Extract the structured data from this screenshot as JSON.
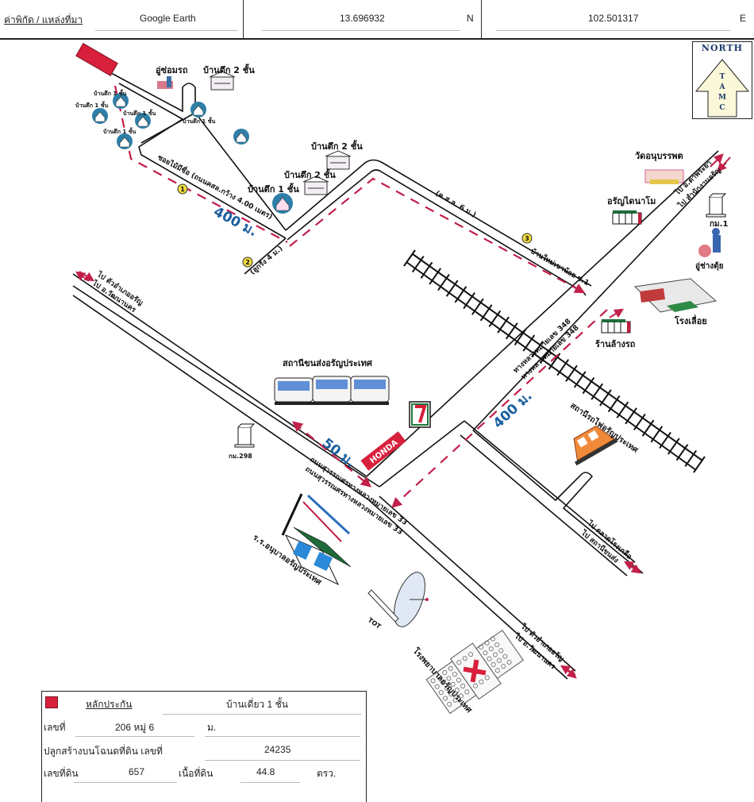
{
  "header": {
    "source_label": "ค่าพิกัด / แหล่งที่มา",
    "source_value": "Google Earth",
    "latitude": "13.696932",
    "lat_dir": "N",
    "longitude": "102.501317",
    "lon_dir": "E"
  },
  "north_arrow": {
    "title": "NORTH",
    "letters": [
      "T",
      "A",
      "M",
      "C"
    ]
  },
  "map": {
    "landmarks": {
      "garage": "อู่ซ่อมรถ",
      "house_2f_top": "บ้านตึก 2 ชั้น",
      "house_1f_a": "บ้านตึก 1 ชั้น",
      "house_1f_b": "บ้านตึก 1 ชั้น",
      "house_1f_c": "บ้านตึก 1 ชั้น",
      "house_1f_d": "บ้านตึก 1 ชั้น",
      "house_1f_e": "บ้านตึก 1 ชั้น",
      "house_2f_mid_a": "บ้านตึก 2 ชั้น",
      "house_2f_mid_b": "บ้านตึก 2 ชั้น",
      "house_1f_mid": "บ้านตึก 1 ชั้น",
      "temple": "วัดอนุบรรพต",
      "shop_arun_daina": "อรัญไดนาโม",
      "km1": "กม.1",
      "mechanic": "อู่ช่างตุ้ย",
      "sawmill": "โรงเลื่อย",
      "car_wash": "ร้านล้างรถ",
      "bus_station": "สถานีขนส่งอรัญประเทศ",
      "seven_eleven": "7-ELEVEn",
      "honda": "HONDA",
      "km298": "กม.298",
      "train_station": "สถานีรถไฟอรัญประเทศ",
      "school": "ร.ร.อนุบาลอรัญประเทศ",
      "tot": "TOT",
      "hospital": "โรงพยาบาลอรัญประเทศ"
    },
    "roads": {
      "soi_label": "ซอยไม้มีชื่อ (ถนนคสล.กว้าง 4.00 เมตร)",
      "lane_width_4m": "(ลูกรัง 4 ม.)",
      "concrete_6m": "(ค.ส.ล. 6 ม.)",
      "ban_mai": "บ้านใหม่เขาน้อย ซ.1",
      "hwy348_a": "ทางหลวงหมายเลข 348",
      "hwy348_b": "ทางหลวงหมายเลข 348",
      "to_ta_phraya": "ไป อ.ตาพระยา",
      "to_arun_district_ne": "ไป สำนักงานอรัญ",
      "to_arun_district_nw": "ไป ตัวอำเภออรัญ",
      "to_watthana_nw": "ไป อ.วัฒนานคร",
      "suwannasorn_a": "ถนนสุวรรณศรทางหลวงหมายเลข 33",
      "suwannasorn_b": "ถนนสุวรรณศรทางหลวงหมายเลข 33",
      "to_market": "ไป ตลาดโรงเกลือ",
      "to_bus_station": "ไป สถานีขนส่ง",
      "to_arun_district_se": "ไป ตัวอำเภออรัญ",
      "to_watthana_se": "ไป อ.วัฒนานคร"
    },
    "distances": {
      "d1": "400 ม.",
      "d2": "50 ม.",
      "d3": "400 ม."
    },
    "markers": [
      "1",
      "2",
      "3"
    ]
  },
  "legend": {
    "collateral_label": "หลักประกัน",
    "collateral_value": "บ้านเดี่ยว 1 ชั้น",
    "house_no_label": "เลขที่",
    "house_no_value": "206 หมู่ 6",
    "moo_label": "ม.",
    "deed_label": "ปลูกสร้างบนโฉนดที่ดิน เลขที่",
    "deed_value": "24235",
    "land_no_label": "เลขที่ดิน",
    "land_no_value": "657",
    "area_label": "เนื้อที่ดิน",
    "area_value": "44.8",
    "area_unit": "ตรว."
  },
  "colors": {
    "route": "#c2204a",
    "distance_text": "#1a5fa0",
    "collateral": "#d8203c",
    "marker": "#f0dc3c"
  }
}
